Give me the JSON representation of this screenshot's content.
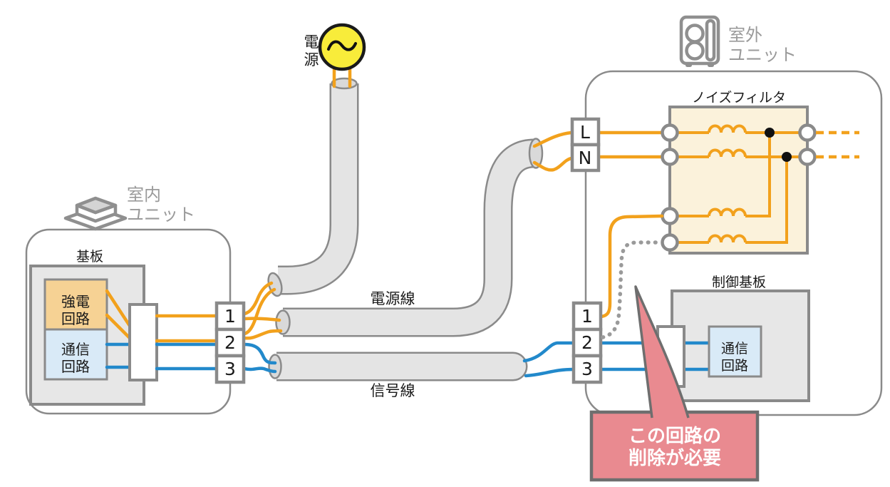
{
  "colors": {
    "wire-orange": "#F2A11C",
    "wire-blue": "#2289CB",
    "line-gray": "#8A8A8A",
    "icon-gray": "#8F8F8F",
    "cable-fill": "#E4E4E4",
    "cable-open": "#D9D9D9",
    "board-fill": "#E7E7E7",
    "filter-fill": "#FBF2DB",
    "power-box-fill": "#F6D294",
    "comm-box-fill": "#D9EAF7",
    "source-yellow": "#F8EC3A",
    "callout-pink": "#E98A90",
    "callout-border": "#6E6E6E",
    "dashed-gray": "#9A9A9A",
    "label-gray": "#9A9A9A",
    "text-black": "#1A1A1A"
  },
  "icons": {
    "power_source": "sine-wave-in-circle",
    "indoor_unit": "ceiling-cassette-unit",
    "outdoor_unit": "outdoor-fan-unit"
  },
  "power_source": {
    "label_line1": "電",
    "label_line2": "源"
  },
  "indoor": {
    "unit_label_line1": "室内",
    "unit_label_line2": "ユニット",
    "board_label": "基板",
    "strong_circuit_line1": "強電",
    "strong_circuit_line2": "回路",
    "comm_circuit_line1": "通信",
    "comm_circuit_line2": "回路",
    "terminals": [
      "1",
      "2",
      "3"
    ]
  },
  "cables": {
    "power_line": "電源線",
    "signal_line": "信号線"
  },
  "outdoor": {
    "unit_label_line1": "室外",
    "unit_label_line2": "ユニット",
    "power_terminals": [
      "L",
      "N"
    ],
    "terminals": [
      "1",
      "2",
      "3"
    ],
    "noise_filter_label": "ノイズフィルタ",
    "control_board_label": "制御基板",
    "comm_circuit_line1": "通信",
    "comm_circuit_line2": "回路"
  },
  "callout": {
    "line1": "この回路の",
    "line2": "削除が必要"
  }
}
